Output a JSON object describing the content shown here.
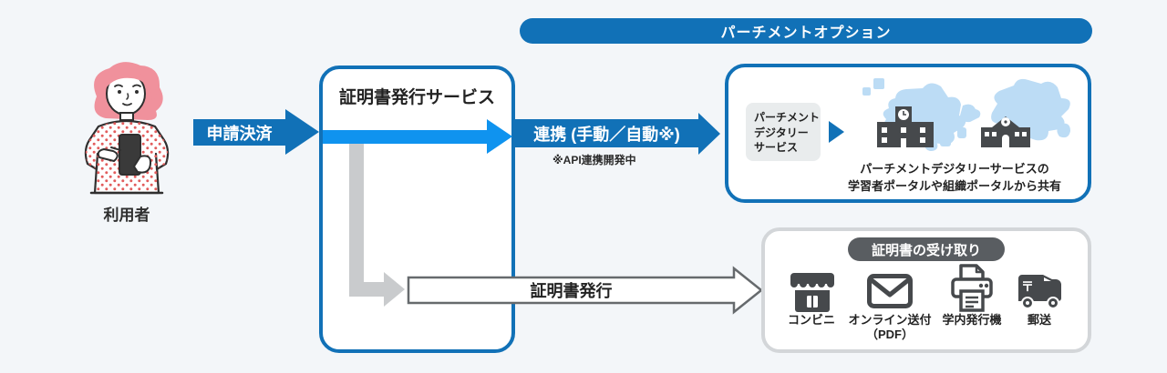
{
  "page": {
    "background": "#f3f6f9"
  },
  "colors": {
    "primary_blue": "#1171b7",
    "bright_blue": "#0f93ef",
    "arrow_gray": "#c9cbcd",
    "icon_gray": "#46494c",
    "map_blue": "#bcdcf5",
    "pill_gray": "#595d61"
  },
  "user": {
    "label": "利用者"
  },
  "flow": {
    "apply_arrow_label": "申請決済",
    "service_box_title": "証明書発行サービス",
    "renkei_arrow_label": "連携 (手動／自動※)",
    "renkei_note": "※API連携開発中",
    "issue_arrow_label": "証明書発行"
  },
  "parchment": {
    "banner_label": "パーチメントオプション",
    "service_lines": [
      "パーチメント",
      "デジタリー",
      "サービス"
    ],
    "caption_lines": [
      "パーチメントデジタリーサービスの",
      "学習者ポータルや組織ポータルから共有"
    ]
  },
  "receipt": {
    "title": "証明書の受け取り",
    "items": [
      {
        "icon": "convenience-store-icon",
        "label_lines": [
          "コンビニ",
          ""
        ]
      },
      {
        "icon": "envelope-icon",
        "label_lines": [
          "オンライン送付",
          "（PDF）"
        ]
      },
      {
        "icon": "printer-icon",
        "label_lines": [
          "学内発行機",
          ""
        ]
      },
      {
        "icon": "delivery-truck-icon",
        "label_lines": [
          "郵送",
          ""
        ]
      }
    ]
  }
}
